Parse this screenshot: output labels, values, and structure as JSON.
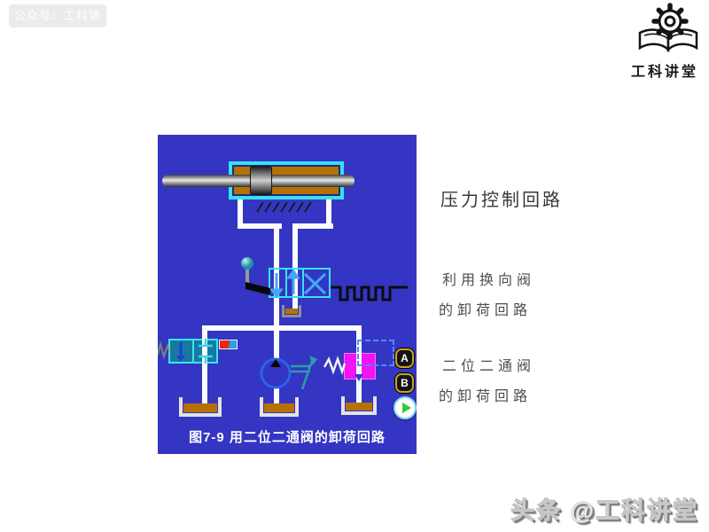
{
  "badge": {
    "label": "公众号：工科讲堂"
  },
  "logo": {
    "text": "工科讲堂",
    "icons": [
      "gear-icon",
      "open-book-icon"
    ]
  },
  "panel": {
    "background": "#3435c2",
    "caption": "图7-9 用二位二通阀的卸荷回路",
    "buttons": {
      "a": "A",
      "b": "B",
      "play_icon": "play-icon"
    },
    "diagram_components": [
      "hydraulic-cylinder",
      "piston-rod",
      "ground-hatch",
      "manual-directional-valve",
      "lever-handle",
      "return-spring",
      "two-position-two-way-valve",
      "solenoid-indicator",
      "variable-pump",
      "unloading-valve-magenta",
      "solenoid-dashed-box",
      "oil-tank-left",
      "oil-tank-middle",
      "oil-tank-right",
      "drain-tank"
    ],
    "colors": {
      "panel_blue": "#3435c2",
      "valve_cyan": "#38e2f4",
      "cylinder_orange": "#b57104",
      "magenta_valve": "#f214f2",
      "pipe_white": "#fbfbfb",
      "teal_valve_fill": "#17799f",
      "indicator_red": "#e82807",
      "indicator_blue": "#28a0e8",
      "play_green": "#35c83c",
      "button_gold": "#caa21c"
    }
  },
  "sidebar": {
    "title": "压力控制回路",
    "items": [
      {
        "line1": "利用换向阀",
        "line2": "的卸荷回路"
      },
      {
        "line1": "二位二通阀",
        "line2": "的卸荷回路"
      }
    ]
  },
  "watermark": {
    "text": "头条 @工科讲堂"
  }
}
